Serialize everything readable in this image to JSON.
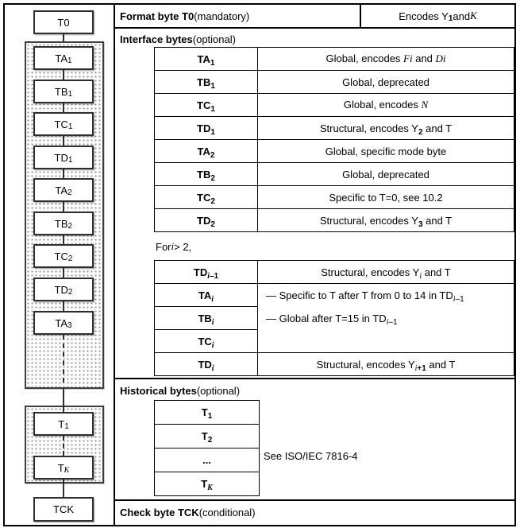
{
  "colors": {
    "ink": "#000000",
    "box_border": "#2e2e2e",
    "stipple_dot": "#8f8f8f"
  },
  "diagram": {
    "t0": [
      {
        "t": "T0"
      }
    ],
    "chain": [
      [
        {
          "t": "TA"
        },
        {
          "t": "1",
          "s": "sub"
        }
      ],
      [
        {
          "t": "TB"
        },
        {
          "t": "1",
          "s": "sub"
        }
      ],
      [
        {
          "t": "TC"
        },
        {
          "t": "1",
          "s": "sub"
        }
      ],
      [
        {
          "t": "TD"
        },
        {
          "t": "1",
          "s": "sub"
        }
      ],
      [
        {
          "t": "TA"
        },
        {
          "t": "2",
          "s": "sub"
        }
      ],
      [
        {
          "t": "TB"
        },
        {
          "t": "2",
          "s": "sub"
        }
      ],
      [
        {
          "t": "TC"
        },
        {
          "t": "2",
          "s": "sub"
        }
      ],
      [
        {
          "t": "TD"
        },
        {
          "t": "2",
          "s": "sub"
        }
      ],
      [
        {
          "t": "TA"
        },
        {
          "t": "3",
          "s": "sub"
        }
      ]
    ],
    "hist": [
      [
        {
          "t": "T"
        },
        {
          "t": "1",
          "s": "sub"
        }
      ],
      [
        {
          "t": "T"
        },
        {
          "t": "K",
          "s": "v+sub"
        }
      ]
    ],
    "tck": [
      {
        "t": "TCK"
      }
    ]
  },
  "table": {
    "format": {
      "bold": "Format byte T0",
      "rest": " (mandatory)",
      "right": [
        {
          "t": "Encodes Y"
        },
        {
          "t": "1",
          "s": "b+sub"
        },
        {
          "t": " and "
        },
        {
          "t": "K",
          "s": "v"
        }
      ]
    },
    "interface": {
      "bold": "Interface bytes",
      "rest": " (optional)"
    },
    "t1_rows": [
      {
        "label": [
          {
            "t": "TA",
            "s": "b"
          },
          {
            "t": "1",
            "s": "b+sub"
          }
        ],
        "desc": [
          {
            "t": "Global, encodes "
          },
          {
            "t": "Fi",
            "s": "v"
          },
          {
            "t": " and "
          },
          {
            "t": "Di",
            "s": "v"
          }
        ]
      },
      {
        "label": [
          {
            "t": "TB",
            "s": "b"
          },
          {
            "t": "1",
            "s": "b+sub"
          }
        ],
        "desc": [
          {
            "t": "Global, deprecated"
          }
        ]
      },
      {
        "label": [
          {
            "t": "TC",
            "s": "b"
          },
          {
            "t": "1",
            "s": "b+sub"
          }
        ],
        "desc": [
          {
            "t": "Global, encodes "
          },
          {
            "t": "N",
            "s": "v"
          }
        ]
      },
      {
        "label": [
          {
            "t": "TD",
            "s": "b"
          },
          {
            "t": "1",
            "s": "b+sub"
          }
        ],
        "desc": [
          {
            "t": "Structural, encodes Y"
          },
          {
            "t": "2",
            "s": "b+sub"
          },
          {
            "t": " and T"
          }
        ]
      },
      {
        "label": [
          {
            "t": "TA",
            "s": "b"
          },
          {
            "t": "2",
            "s": "b+sub"
          }
        ],
        "desc": [
          {
            "t": "Global, specific mode byte"
          }
        ]
      },
      {
        "label": [
          {
            "t": "TB",
            "s": "b"
          },
          {
            "t": "2",
            "s": "b+sub"
          }
        ],
        "desc": [
          {
            "t": "Global, deprecated"
          }
        ]
      },
      {
        "label": [
          {
            "t": "TC",
            "s": "b"
          },
          {
            "t": "2",
            "s": "b+sub"
          }
        ],
        "desc": [
          {
            "t": "Specific to T=0, see 10.2"
          }
        ]
      },
      {
        "label": [
          {
            "t": "TD",
            "s": "b"
          },
          {
            "t": "2",
            "s": "b+sub"
          }
        ],
        "desc": [
          {
            "t": "Structural, encodes Y"
          },
          {
            "t": "3",
            "s": "b+sub"
          },
          {
            "t": " and T"
          }
        ]
      }
    ],
    "for_note": [
      {
        "t": "For "
      },
      {
        "t": "i",
        "s": "v"
      },
      {
        "t": " > 2,"
      }
    ],
    "t2_top": {
      "label": [
        {
          "t": "TD",
          "s": "b"
        },
        {
          "t": "i",
          "s": "v+sub"
        },
        {
          "t": "–1",
          "s": "b+sub"
        }
      ],
      "desc": [
        {
          "t": "Structural, encodes Y"
        },
        {
          "t": "i",
          "s": "v+sub"
        },
        {
          "t": " and T"
        }
      ]
    },
    "t2_merged_labels": [
      [
        {
          "t": "TA",
          "s": "b"
        },
        {
          "t": "i",
          "s": "v+sub"
        }
      ],
      [
        {
          "t": "TB",
          "s": "b"
        },
        {
          "t": "i",
          "s": "v+sub"
        }
      ],
      [
        {
          "t": "TC",
          "s": "b"
        },
        {
          "t": "i",
          "s": "v+sub"
        }
      ]
    ],
    "t2_merged_lines": [
      [
        {
          "t": "— Specific to T after T from 0 to 14 in TD"
        },
        {
          "t": "i",
          "s": "v+sub"
        },
        {
          "t": "–1",
          "s": "sub"
        }
      ],
      [
        {
          "t": "— Global after T=15 in TD"
        },
        {
          "t": "i",
          "s": "v+sub"
        },
        {
          "t": "–1",
          "s": "sub"
        }
      ]
    ],
    "t2_bottom": {
      "label": [
        {
          "t": "TD",
          "s": "b"
        },
        {
          "t": "i",
          "s": "v+sub"
        }
      ],
      "desc": [
        {
          "t": "Structural, encodes Y"
        },
        {
          "t": "i",
          "s": "v+sub"
        },
        {
          "t": "+1",
          "s": "b+sub"
        },
        {
          "t": " and T"
        }
      ]
    },
    "historical": {
      "bold": "Historical bytes",
      "rest": " (optional)"
    },
    "hist_labels": [
      [
        {
          "t": "T",
          "s": "b"
        },
        {
          "t": "1",
          "s": "b+sub"
        }
      ],
      [
        {
          "t": "T",
          "s": "b"
        },
        {
          "t": "2",
          "s": "b+sub"
        }
      ],
      [
        {
          "t": "...",
          "s": "b"
        }
      ],
      [
        {
          "t": "T",
          "s": "b"
        },
        {
          "t": "K",
          "s": "v+sub"
        }
      ]
    ],
    "see_note": "See ISO/IEC 7816-4",
    "check": {
      "bold": "Check byte TCK",
      "rest": " (conditional)"
    }
  }
}
